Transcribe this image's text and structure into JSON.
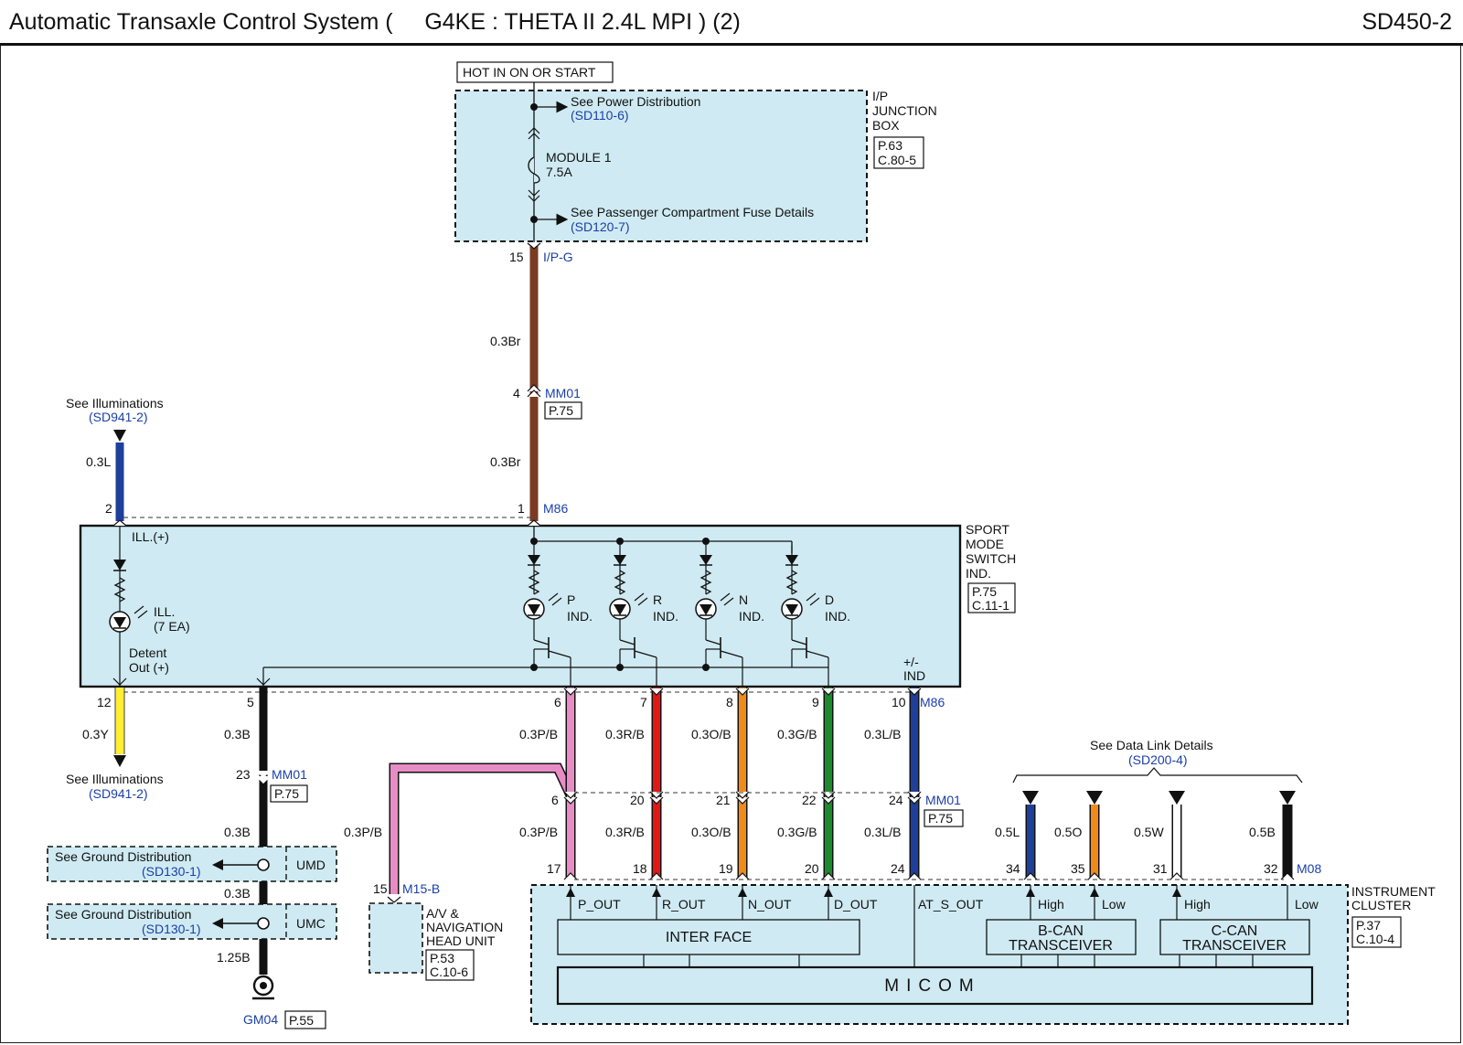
{
  "header": {
    "title": "Automatic Transaxle Control System (     G4KE : THETA II 2.4L MPI ) (2)",
    "code": "SD450-2"
  },
  "colors": {
    "panel": "#cfeaf2",
    "brown": "#7a3b22",
    "blue": "#1e3f9a",
    "yellow": "#ffee33",
    "black": "#111111",
    "pink": "#e88cc6",
    "red": "#e01818",
    "orange": "#f08a18",
    "green": "#1e8a2e",
    "white": "#ffffff",
    "ref": "#1a3fa8"
  },
  "power": {
    "hot_label": "HOT IN ON OR START",
    "see_power": "See Power Distribution",
    "see_power_ref": "(SD110-6)",
    "fuse_name": "MODULE 1",
    "fuse_rating": "7.5A",
    "see_fuse": "See Passenger Compartment Fuse Details",
    "see_fuse_ref": "(SD120-7)",
    "jb_name": [
      "I/P",
      "JUNCTION",
      "BOX"
    ],
    "jb_page": "P.63",
    "jb_conn": "C.80-5",
    "pin": "15",
    "conn": "I/P-G"
  },
  "brown_wire": {
    "spec_top": "0.3Br",
    "spec_bottom": "0.3Br",
    "mm_pin": "4",
    "mm_conn": "MM01",
    "mm_page": "P.75",
    "m86_pin": "1",
    "m86_conn": "M86"
  },
  "illum_top": {
    "see": "See Illuminations",
    "ref": "(SD941-2)",
    "spec": "0.3L",
    "pin": "2"
  },
  "switch": {
    "name": [
      "SPORT",
      "MODE",
      "SWITCH",
      "IND."
    ],
    "page": "P.75",
    "conn": "C.11-1",
    "ill_plus": "ILL.(+)",
    "ill_lamp": [
      "ILL.",
      "(7 EA)"
    ],
    "detent": [
      "Detent",
      "Out (+)"
    ],
    "indicators": [
      {
        "letter": "P",
        "ind": "IND."
      },
      {
        "letter": "R",
        "ind": "IND."
      },
      {
        "letter": "N",
        "ind": "IND."
      },
      {
        "letter": "D",
        "ind": "IND."
      }
    ],
    "pm_ind": [
      "+/-",
      "IND"
    ]
  },
  "illum_bottom": {
    "pin": "12",
    "spec": "0.3Y",
    "see": "See Illuminations",
    "ref": "(SD941-2)"
  },
  "ground": {
    "pin": "5",
    "spec1": "0.3B",
    "mm_pin": "23",
    "mm_conn": "MM01",
    "mm_page": "P.75",
    "spec2": "0.3B",
    "see1": "See Ground Distribution",
    "ref1": "(SD130-1)",
    "splice1": "UMD",
    "spec3": "0.3B",
    "see2": "See Ground Distribution",
    "ref2": "(SD130-1)",
    "splice2": "UMC",
    "spec4": "1.25B",
    "gnd": "GM04",
    "gnd_page": "P.55"
  },
  "av_unit": {
    "spec": "0.3P/B",
    "pin": "15",
    "conn": "M15-B",
    "name": [
      "A/V &",
      "NAVIGATION",
      "HEAD UNIT"
    ],
    "page": "P.53",
    "c": "C.10-6"
  },
  "signal_wires": [
    {
      "top_pin": "6",
      "spec1": "0.3P/B",
      "mid_pin": "6",
      "spec2": "0.3P/B",
      "ic_pin": "17",
      "signal": "P_OUT"
    },
    {
      "top_pin": "7",
      "spec1": "0.3R/B",
      "mid_pin": "20",
      "spec2": "0.3R/B",
      "ic_pin": "18",
      "signal": "R_OUT"
    },
    {
      "top_pin": "8",
      "spec1": "0.3O/B",
      "mid_pin": "21",
      "spec2": "0.3O/B",
      "ic_pin": "19",
      "signal": "N_OUT"
    },
    {
      "top_pin": "9",
      "spec1": "0.3G/B",
      "mid_pin": "22",
      "spec2": "0.3G/B",
      "ic_pin": "20",
      "signal": "D_OUT"
    },
    {
      "top_pin": "10",
      "spec1": "0.3L/B",
      "mid_pin": "24",
      "spec2": "0.3L/B",
      "ic_pin": "24",
      "signal": "AT_S_OUT"
    }
  ],
  "signal_conns": {
    "top": "M86",
    "mid": "MM01",
    "mid_page": "P.75"
  },
  "data_link": {
    "see": "See Data Link Details",
    "ref": "(SD200-4)",
    "wires": [
      {
        "spec": "0.5L",
        "pin": "34",
        "label": "High"
      },
      {
        "spec": "0.5O",
        "pin": "35",
        "label": "Low"
      },
      {
        "spec": "0.5W",
        "pin": "31",
        "label": "High"
      },
      {
        "spec": "0.5B",
        "pin": "32",
        "label": "Low"
      }
    ],
    "conn": "M08"
  },
  "cluster": {
    "name": [
      "INSTRUMENT",
      "CLUSTER"
    ],
    "page": "P.37",
    "c": "C.10-4",
    "interface": "INTER FACE",
    "bcan": [
      "B-CAN",
      "TRANSCEIVER"
    ],
    "ccan": [
      "C-CAN",
      "TRANSCEIVER"
    ],
    "micom": "MICOM"
  }
}
